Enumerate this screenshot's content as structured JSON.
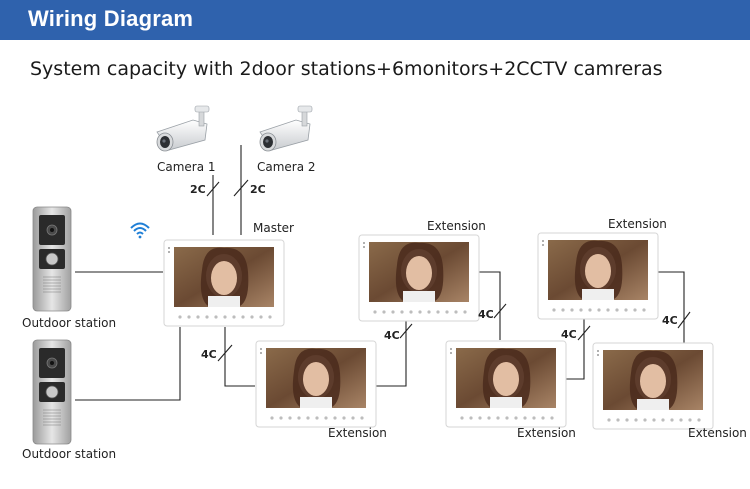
{
  "header": {
    "title": "Wiring Diagram",
    "accent": "#2f62ad"
  },
  "subtitle": "System capacity with 2door stations+6monitors+2CCTV camreras",
  "labels": {
    "camera1": "Camera 1",
    "camera2": "Camera 2",
    "master": "Master",
    "extension": "Extension",
    "outdoor": "Outdoor station",
    "wire_2c": "2C",
    "wire_4c": "4C"
  },
  "icons": {
    "wifi": "wifi-icon",
    "camera": "cctv-camera-icon",
    "door": "door-station-icon",
    "monitor": "monitor-icon"
  }
}
